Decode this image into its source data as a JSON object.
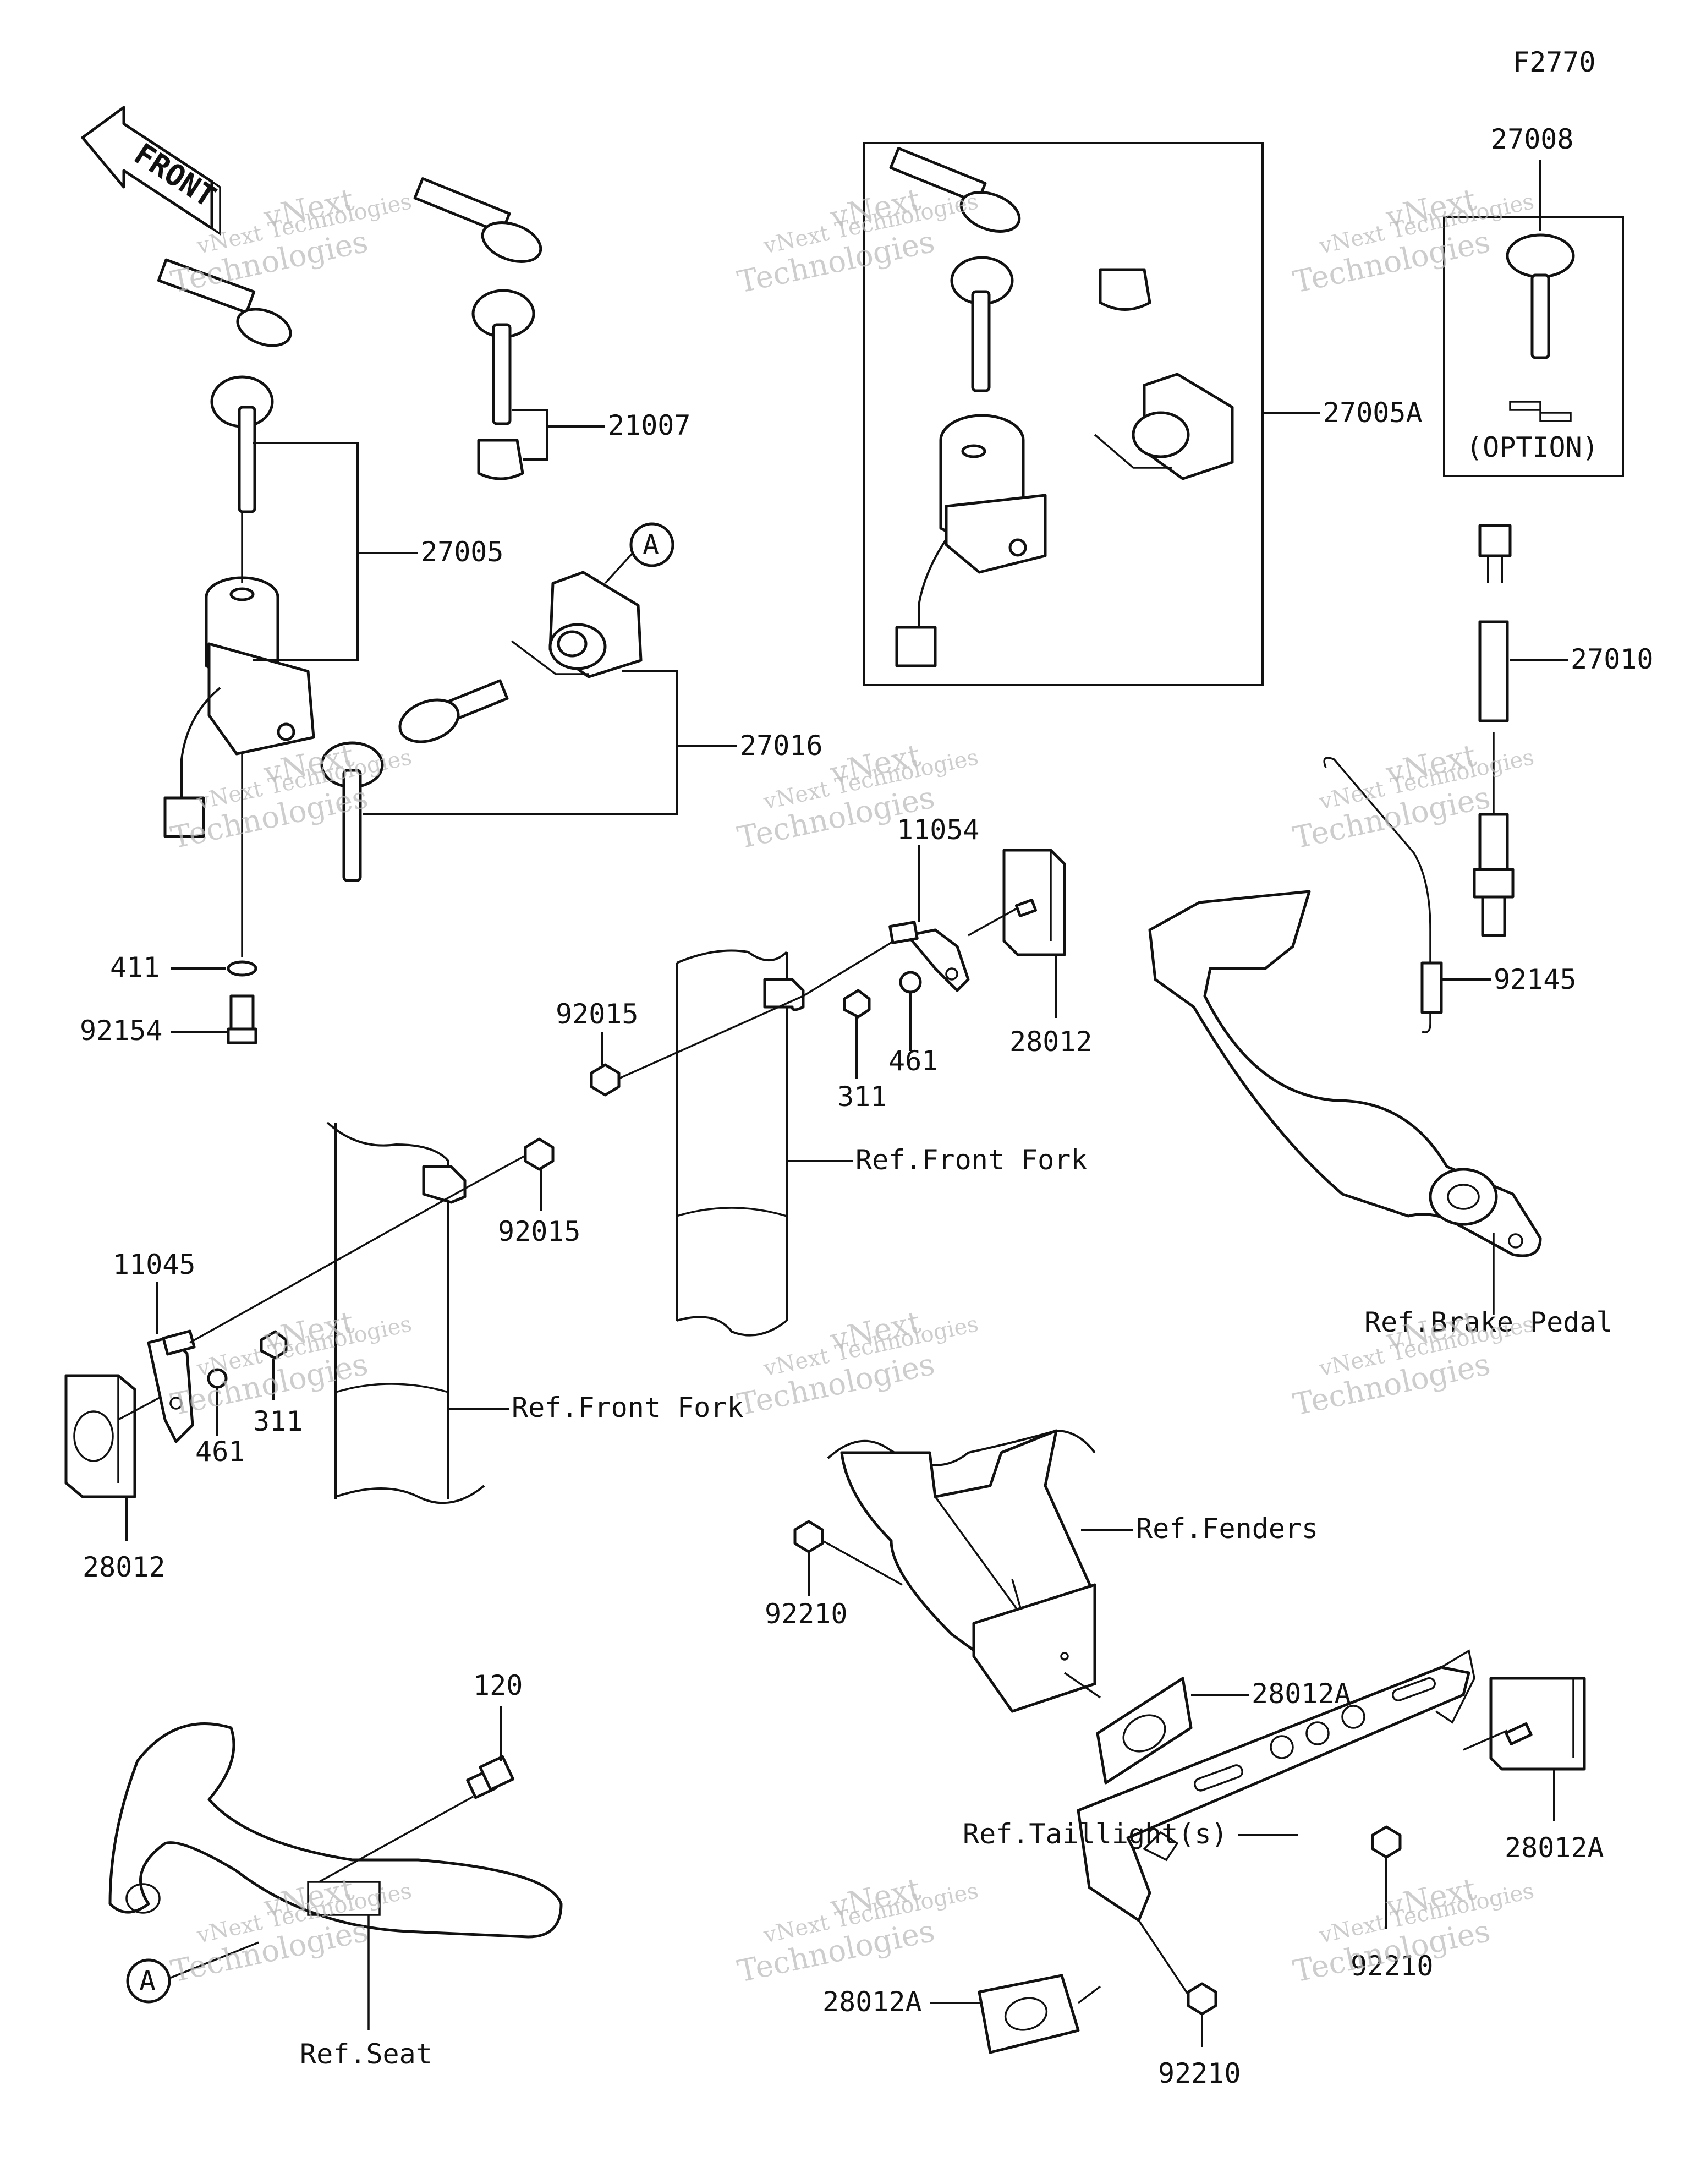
{
  "diagram_code": "F2770",
  "front_arrow_text": "FRONT",
  "callout_marker": "A",
  "option_text": "(OPTION)",
  "watermark": {
    "line1": "vNext Technologies",
    "line2": "vNext",
    "line3": "Technologies"
  },
  "part_labels": {
    "p21007": "21007",
    "p27005": "27005",
    "p27016": "27016",
    "p27005A": "27005A",
    "p27008": "27008",
    "p27010": "27010",
    "p92145": "92145",
    "p411": "411",
    "p92154": "92154",
    "p11054": "11054",
    "p28012_top": "28012",
    "p92015_top": "92015",
    "p461_top": "461",
    "p311_top": "311",
    "p92015_mid": "92015",
    "p11045": "11045",
    "p461_bot": "461",
    "p311_bot": "311",
    "p28012_left": "28012",
    "p92210_a": "92210",
    "p28012A_a": "28012A",
    "p120": "120",
    "p28012A_b": "28012A",
    "p92210_b": "92210",
    "p28012A_c": "28012A",
    "p92210_c": "92210"
  },
  "reference_labels": {
    "front_fork_upper": "Ref.Front Fork",
    "front_fork_lower": "Ref.Front Fork",
    "brake_pedal": "Ref.Brake Pedal",
    "fenders": "Ref.Fenders",
    "taillight": "Ref.Taillight(s)",
    "seat": "Ref.Seat"
  }
}
